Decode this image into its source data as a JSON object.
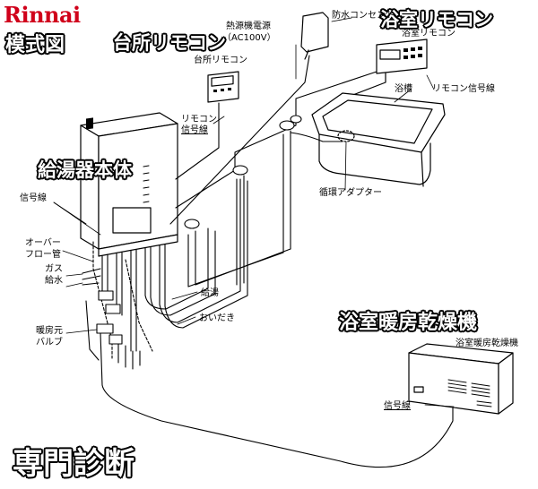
{
  "logo": "Rinnai",
  "titles": {
    "schematic": "模式図",
    "kitchen_remote": "台所リモコン",
    "bathroom_remote": "浴室リモコン",
    "heater_body": "給湯器本体",
    "bath_dryer": "浴室暖房乾燥機",
    "diagnosis": "専門診断"
  },
  "labels": {
    "power_source_line1": "熱源機電源",
    "power_source_line2": "（AC100V）",
    "waterproof_outlet": "防水コンセント",
    "bathroom_remote_small": "浴室リモコン",
    "kitchen_remote_small": "台所リモコン",
    "remote_signal_line_1": "リモコン",
    "remote_signal_line_2": "信号線",
    "bathtub": "浴槽",
    "remote_signal_line_bath": "リモコン信号線",
    "circulation_adapter": "循環アダプター",
    "signal_line_left": "信号線",
    "overflow_1": "オーバー",
    "overflow_2": "フロー管",
    "gas": "ガス",
    "water_supply": "給水",
    "hot_water_supply": "給湯",
    "reheat": "おいだき",
    "heating_valve_1": "暖房元",
    "heating_valve_2": "バルブ",
    "bath_dryer_small": "浴室暖房乾燥機",
    "signal_line_bottom": "信号線"
  }
}
